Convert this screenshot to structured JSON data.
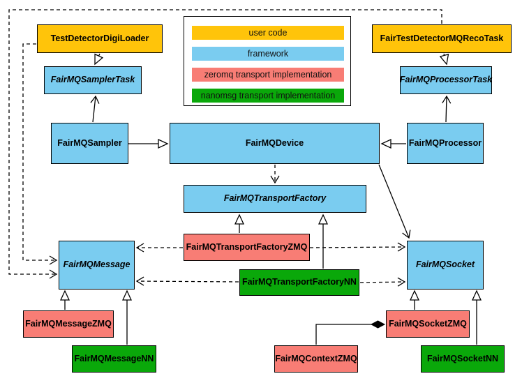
{
  "legend": {
    "items": [
      {
        "label": "user code",
        "color": "#ffc40a"
      },
      {
        "label": "framework",
        "color": "#7accf0"
      },
      {
        "label": "zeromq transport implementation",
        "color": "#f87d75"
      },
      {
        "label": "nanomsg transport implementation",
        "color": "#0aa80a"
      }
    ]
  },
  "colors": {
    "user_code": "#ffc40a",
    "framework": "#7accf0",
    "zeromq": "#f87d75",
    "nanomsg": "#0aa80a",
    "line": "#000000",
    "background": "#ffffff"
  },
  "nodes": {
    "testDetectorDigiLoader": {
      "label": "TestDetectorDigiLoader",
      "color": "#ffc40a",
      "category": "user code",
      "abstract": false
    },
    "fairMQSamplerTask": {
      "label": "FairMQSamplerTask",
      "color": "#7accf0",
      "category": "framework",
      "abstract": true
    },
    "fairMQSampler": {
      "label": "FairMQSampler",
      "color": "#7accf0",
      "category": "framework",
      "abstract": false
    },
    "fairTestDetectorMQRecoTask": {
      "label": "FairTestDetectorMQRecoTask",
      "color": "#ffc40a",
      "category": "user code",
      "abstract": false
    },
    "fairMQProcessorTask": {
      "label": "FairMQProcessorTask",
      "color": "#7accf0",
      "category": "framework",
      "abstract": true
    },
    "fairMQProcessor": {
      "label": "FairMQProcessor",
      "color": "#7accf0",
      "category": "framework",
      "abstract": false
    },
    "fairMQDevice": {
      "label": "FairMQDevice",
      "color": "#7accf0",
      "category": "framework",
      "abstract": false
    },
    "fairMQTransportFactory": {
      "label": "FairMQTransportFactory",
      "color": "#7accf0",
      "category": "framework",
      "abstract": true
    },
    "fairMQTransportFactoryZMQ": {
      "label": "FairMQTransportFactoryZMQ",
      "color": "#f87d75",
      "category": "zeromq transport implementation",
      "abstract": false
    },
    "fairMQTransportFactoryNN": {
      "label": "FairMQTransportFactoryNN",
      "color": "#0aa80a",
      "category": "nanomsg transport implementation",
      "abstract": false
    },
    "fairMQMessage": {
      "label": "FairMQMessage",
      "color": "#7accf0",
      "category": "framework",
      "abstract": true
    },
    "fairMQSocket": {
      "label": "FairMQSocket",
      "color": "#7accf0",
      "category": "framework",
      "abstract": true
    },
    "fairMQMessageZMQ": {
      "label": "FairMQMessageZMQ",
      "color": "#f87d75",
      "category": "zeromq transport implementation",
      "abstract": false
    },
    "fairMQMessageNN": {
      "label": "FairMQMessageNN",
      "color": "#0aa80a",
      "category": "nanomsg transport implementation",
      "abstract": false
    },
    "fairMQContextZMQ": {
      "label": "FairMQContextZMQ",
      "color": "#f87d75",
      "category": "zeromq transport implementation",
      "abstract": false
    },
    "fairMQSocketZMQ": {
      "label": "FairMQSocketZMQ",
      "color": "#f87d75",
      "category": "zeromq transport implementation",
      "abstract": false
    },
    "fairMQSocketNN": {
      "label": "FairMQSocketNN",
      "color": "#0aa80a",
      "category": "nanomsg transport implementation",
      "abstract": false
    }
  },
  "edges": [
    {
      "from": "TestDetectorDigiLoader",
      "to": "FairMQSamplerTask",
      "type": "inheritance",
      "style": "solid"
    },
    {
      "from": "FairMQSampler",
      "to": "FairMQSamplerTask",
      "type": "association",
      "style": "solid"
    },
    {
      "from": "FairTestDetectorMQRecoTask",
      "to": "FairMQProcessorTask",
      "type": "inheritance",
      "style": "solid"
    },
    {
      "from": "FairMQProcessor",
      "to": "FairMQProcessorTask",
      "type": "association",
      "style": "solid"
    },
    {
      "from": "FairMQSampler",
      "to": "FairMQDevice",
      "type": "inheritance",
      "style": "solid"
    },
    {
      "from": "FairMQProcessor",
      "to": "FairMQDevice",
      "type": "inheritance",
      "style": "solid"
    },
    {
      "from": "FairMQDevice",
      "to": "FairMQTransportFactory",
      "type": "dependency",
      "style": "dashed"
    },
    {
      "from": "FairMQDevice",
      "to": "FairMQSocket",
      "type": "association",
      "style": "solid"
    },
    {
      "from": "FairMQTransportFactoryZMQ",
      "to": "FairMQTransportFactory",
      "type": "inheritance",
      "style": "solid"
    },
    {
      "from": "FairMQTransportFactoryNN",
      "to": "FairMQTransportFactory",
      "type": "inheritance",
      "style": "solid"
    },
    {
      "from": "FairMQTransportFactoryZMQ",
      "to": "FairMQMessage",
      "type": "dependency",
      "style": "dashed"
    },
    {
      "from": "FairMQTransportFactoryZMQ",
      "to": "FairMQSocket",
      "type": "dependency",
      "style": "dashed"
    },
    {
      "from": "FairMQTransportFactoryNN",
      "to": "FairMQMessage",
      "type": "dependency",
      "style": "dashed"
    },
    {
      "from": "FairMQTransportFactoryNN",
      "to": "FairMQSocket",
      "type": "dependency",
      "style": "dashed"
    },
    {
      "from": "TestDetectorDigiLoader",
      "to": "FairMQMessage",
      "type": "dependency",
      "style": "dashed"
    },
    {
      "from": "FairTestDetectorMQRecoTask",
      "to": "FairMQMessage",
      "type": "dependency",
      "style": "dashed"
    },
    {
      "from": "FairMQMessageZMQ",
      "to": "FairMQMessage",
      "type": "inheritance",
      "style": "solid"
    },
    {
      "from": "FairMQMessageNN",
      "to": "FairMQMessage",
      "type": "inheritance",
      "style": "solid"
    },
    {
      "from": "FairMQSocketZMQ",
      "to": "FairMQSocket",
      "type": "inheritance",
      "style": "solid"
    },
    {
      "from": "FairMQSocketNN",
      "to": "FairMQSocket",
      "type": "inheritance",
      "style": "solid"
    },
    {
      "from": "FairMQSocketZMQ",
      "to": "FairMQContextZMQ",
      "type": "composition",
      "style": "solid"
    }
  ]
}
